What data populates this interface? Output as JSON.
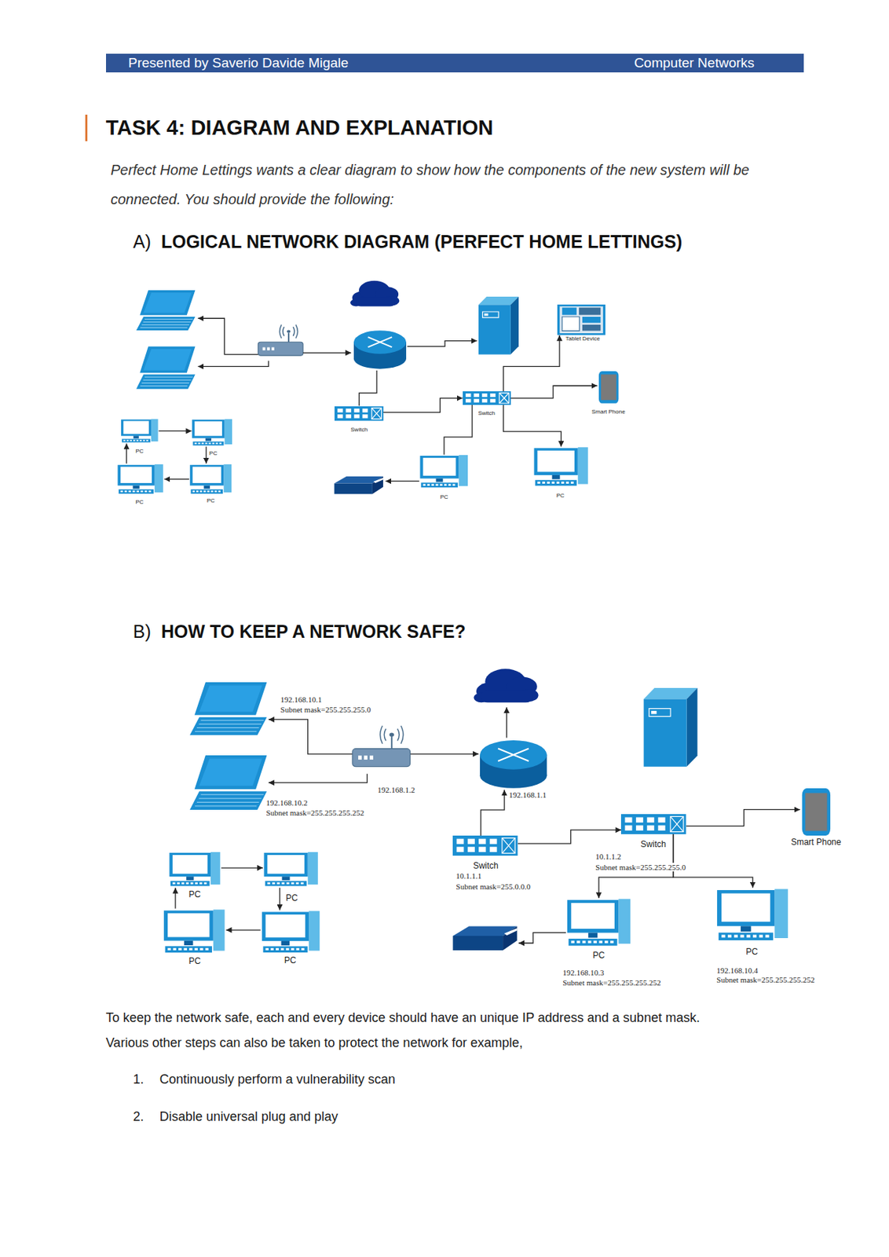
{
  "diagram": {
    "title": "TASK 4: DIAGRAM AND EXPLANATION",
    "nodes": [
      {
        "text": [
          "Tablet Device"
        ]
      },
      {
        "text": [
          "Smart Phone"
        ]
      },
      {
        "text": [
          "Switch"
        ]
      },
      {
        "text": [
          "Switch"
        ]
      },
      {
        "text": [
          "PC"
        ]
      },
      {
        "text": [
          "PC"
        ]
      },
      {
        "text": [
          "PC"
        ]
      },
      {
        "text": [
          "PC"
        ]
      },
      {
        "text": [
          "PC"
        ]
      },
      {
        "text": [
          "PC"
        ]
      },
      {
        "text": [
          "192.168.10.1",
          "Subnet mask=255.255.255.0"
        ]
      },
      {
        "text": [
          "192.168.1.2"
        ]
      },
      {
        "text": [
          "192.168.1.1"
        ]
      },
      {
        "text": [
          "192.168.10.2",
          "Subnet mask=255.255.255.252"
        ]
      },
      {
        "text": [
          "Smart Phone"
        ]
      },
      {
        "text": [
          "Switch",
          "10.1.1.2",
          "Subnet mask=255.255.255.0"
        ]
      },
      {
        "text": [
          "Switch",
          "10.1.1.1",
          "Subnet mask=255.0.0.0"
        ]
      },
      {
        "text": [
          "PC"
        ]
      },
      {
        "text": [
          "PC"
        ]
      },
      {
        "text": [
          "PC"
        ]
      },
      {
        "text": [
          "PC"
        ]
      },
      {
        "text": [
          "PC",
          "192.168.10.3",
          "Subnet mask=255.255.255.252"
        ]
      },
      {
        "text": [
          "PC",
          "192.168.10.4",
          "Subnet mask=255.255.255.252"
        ]
      }
    ],
    "edges": [
      {
        "from": 3,
        "to": 2,
        "arrow": "to"
      },
      {
        "from": 2,
        "to": 0,
        "arrow": "to"
      },
      {
        "from": 2,
        "to": 1,
        "arrow": "to"
      },
      {
        "from": 2,
        "to": 8,
        "arrow": "none"
      },
      {
        "from": 2,
        "to": 9,
        "arrow": "to"
      },
      {
        "from": 4,
        "to": 5,
        "arrow": "to"
      },
      {
        "from": 5,
        "to": 7,
        "arrow": "to"
      },
      {
        "from": 7,
        "to": 6,
        "arrow": "to"
      },
      {
        "from": 6,
        "to": 4,
        "arrow": "to"
      },
      {
        "from": 11,
        "to": 10,
        "arrow": "to"
      },
      {
        "from": 11,
        "to": 13,
        "arrow": "to"
      },
      {
        "from": 11,
        "to": 12,
        "arrow": "to"
      },
      {
        "from": 16,
        "to": 12,
        "arrow": "to"
      },
      {
        "from": 16,
        "to": 15,
        "arrow": "to"
      },
      {
        "from": 15,
        "to": 14,
        "arrow": "to"
      },
      {
        "from": 15,
        "to": 21,
        "arrow": "to"
      },
      {
        "from": 15,
        "to": 22,
        "arrow": "to"
      },
      {
        "from": 17,
        "to": 18,
        "arrow": "to"
      },
      {
        "from": 18,
        "to": 20,
        "arrow": "to"
      },
      {
        "from": 20,
        "to": 19,
        "arrow": "to"
      },
      {
        "from": 19,
        "to": 17,
        "arrow": "to"
      }
    ],
    "labels": [
      "Presented by Saverio Davide Migale",
      "Computer Networks",
      "Perfect Home Lettings wants a clear diagram to show how the components of the new system will be connected. You should provide the following:",
      "A)",
      "LOGICAL NETWORK DIAGRAM (PERFECT HOME LETTINGS)",
      "B)",
      "HOW TO KEEP A NETWORK SAFE?",
      "To keep the network safe, each and every device should have an unique IP address and a subnet mask.",
      "Various other steps can also be taken to protect the network for example,",
      "1.",
      "Continuously perform a vulnerability scan",
      "2.",
      "Disable universal plug and play"
    ]
  }
}
